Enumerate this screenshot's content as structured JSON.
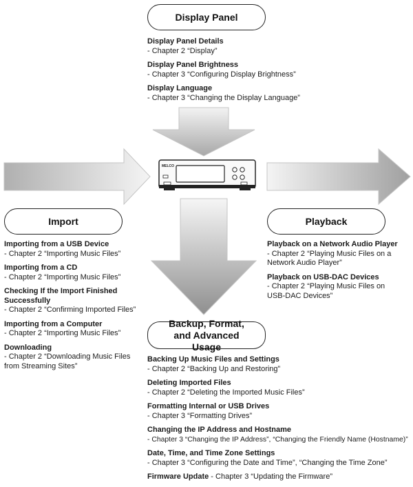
{
  "panels": {
    "display": {
      "title": "Display Panel",
      "items": [
        {
          "title": "Display Panel Details",
          "ref": "- Chapter 2 “Display”"
        },
        {
          "title": "Display Panel Brightness",
          "ref": " - Chapter 3 “Configuring Display Brightness”"
        },
        {
          "title": "Display Language",
          "ref": " - Chapter 3 “Changing the Display Language”"
        }
      ]
    },
    "import": {
      "title": "Import",
      "items": [
        {
          "title": "Importing from a USB Device",
          "ref": "- Chapter 2 “Importing Music Files”"
        },
        {
          "title": "Importing from a CD",
          "ref": "- Chapter 2 “Importing Music Files”"
        },
        {
          "title": "Checking If the Import Finished Successfully",
          "ref": "- Chapter 2 “Confirming Imported Files”"
        },
        {
          "title": "Importing from a Computer",
          "ref": "- Chapter 2 “Importing Music Files”"
        },
        {
          "title": "Downloading",
          "ref": "- Chapter 2 “Downloading Music Files from Streaming Sites”"
        }
      ]
    },
    "playback": {
      "title": "Playback",
      "items": [
        {
          "title": "Playback on a Network Audio Player",
          "ref": "- Chapter 2 “Playing Music Files on a Network Audio Player”"
        },
        {
          "title": "Playback on USB-DAC Devices",
          "ref": "- Chapter 2 “Playing Music Files on USB-DAC Devices”"
        }
      ]
    },
    "backup": {
      "title": "Backup, Format, and Advanced Usage",
      "items": [
        {
          "title": "Backing Up Music Files and Settings",
          "ref": "- Chapter 2 “Backing Up and Restoring”"
        },
        {
          "title": "Deleting Imported Files",
          "ref": "- Chapter 2 “Deleting the Imported Music Files”"
        },
        {
          "title": "Formatting Internal or USB Drives",
          "ref": "- Chapter 3 “Formatting Drives”"
        },
        {
          "title": "Changing the IP Address and Hostname",
          "ref": "- Chapter 3 “Changing the IP Address”, “Changing the Friendly Name (Hostname)”"
        },
        {
          "title": "Date, Time, and Time Zone Settings",
          "ref": "- Chapter 3 “Configuring the Date and Time”, “Changing the Time Zone”"
        },
        {
          "title": "Firmware Update",
          "ref": " - Chapter 3 “Updating the Firmware”"
        }
      ]
    }
  },
  "device": {
    "brand": "MELCO"
  },
  "colors": {
    "arrow_light": "#f2f2f2",
    "arrow_dark": "#9a9a9a",
    "arrow_stroke": "#bdbdbd"
  }
}
